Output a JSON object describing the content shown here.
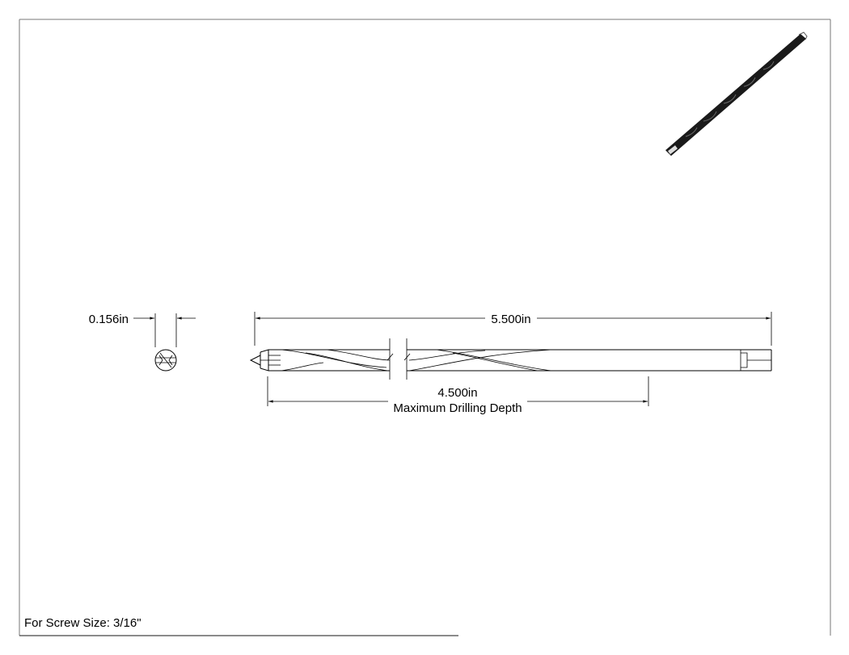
{
  "dimensions": {
    "diameter_label": "0.156in",
    "overall_length_label": "5.500in",
    "drilling_depth_value": "4.500in",
    "drilling_depth_caption": "Maximum Drilling Depth"
  },
  "notes": {
    "screw_size": "For Screw Size: 3/16\""
  },
  "colors": {
    "line": "#000000",
    "frame": "#777777",
    "bit_render": "#1a1a1a"
  },
  "icons": {
    "iso_view": "drill-bit-isometric-icon",
    "end_view": "drill-bit-end-view-icon",
    "side_view": "drill-bit-side-view-icon"
  }
}
